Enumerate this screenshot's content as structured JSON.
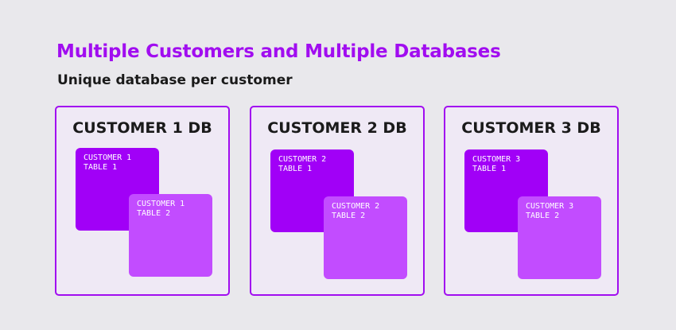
{
  "title": "Multiple Customers and Multiple Databases",
  "subtitle": "Unique database per customer",
  "databases": [
    {
      "label": "CUSTOMER 1 DB",
      "tables": [
        {
          "line1": "CUSTOMER 1",
          "line2": "TABLE 1"
        },
        {
          "line1": "CUSTOMER 1",
          "line2": "TABLE 2"
        }
      ]
    },
    {
      "label": "CUSTOMER 2 DB",
      "tables": [
        {
          "line1": "CUSTOMER 2",
          "line2": "TABLE 1"
        },
        {
          "line1": "CUSTOMER 2",
          "line2": "TABLE 2"
        }
      ]
    },
    {
      "label": "CUSTOMER 3 DB",
      "tables": [
        {
          "line1": "CUSTOMER 3",
          "line2": "TABLE 1"
        },
        {
          "line1": "CUSTOMER 3",
          "line2": "TABLE 2"
        }
      ]
    }
  ],
  "colors": {
    "background": "#e9e8ec",
    "accent": "#a10df0",
    "box_fill": "#efe9f5",
    "table_1_fill": "#a100f7",
    "table_2_fill": "#c24cff"
  }
}
